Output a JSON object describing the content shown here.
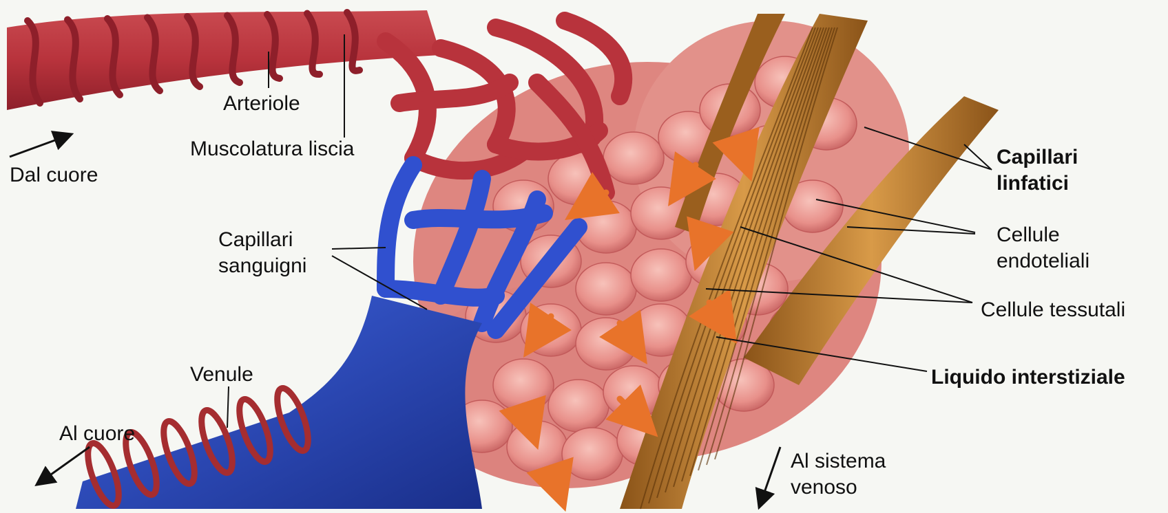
{
  "labels": {
    "arteriole": "Arteriole",
    "muscolatura": "Muscolatura liscia",
    "dal_cuore": "Dal cuore",
    "capillari_sanguigni": [
      "Capillari",
      "sanguigni"
    ],
    "venule": "Venule",
    "al_cuore": "Al cuore",
    "capillari_linfatici": [
      "Capillari",
      "linfatici"
    ],
    "cellule_endoteliali": [
      "Cellule",
      "endoteliali"
    ],
    "cellule_tessutali": "Cellule tessutali",
    "liquido_interstiziale": "Liquido interstiziale",
    "al_sistema_venoso": [
      "Al sistema",
      "venoso"
    ]
  },
  "colors": {
    "artery": "#b8333c",
    "artery_dark": "#8e1f2a",
    "vein": "#2c4fc8",
    "vein_dark": "#1a2f8a",
    "tissue": "#e58a86",
    "tissue_light": "#f3b3ac",
    "lymph": "#c7822e",
    "lymph_dark": "#7e4a14",
    "flow_arrow": "#e8732a",
    "leader": "#111111"
  }
}
